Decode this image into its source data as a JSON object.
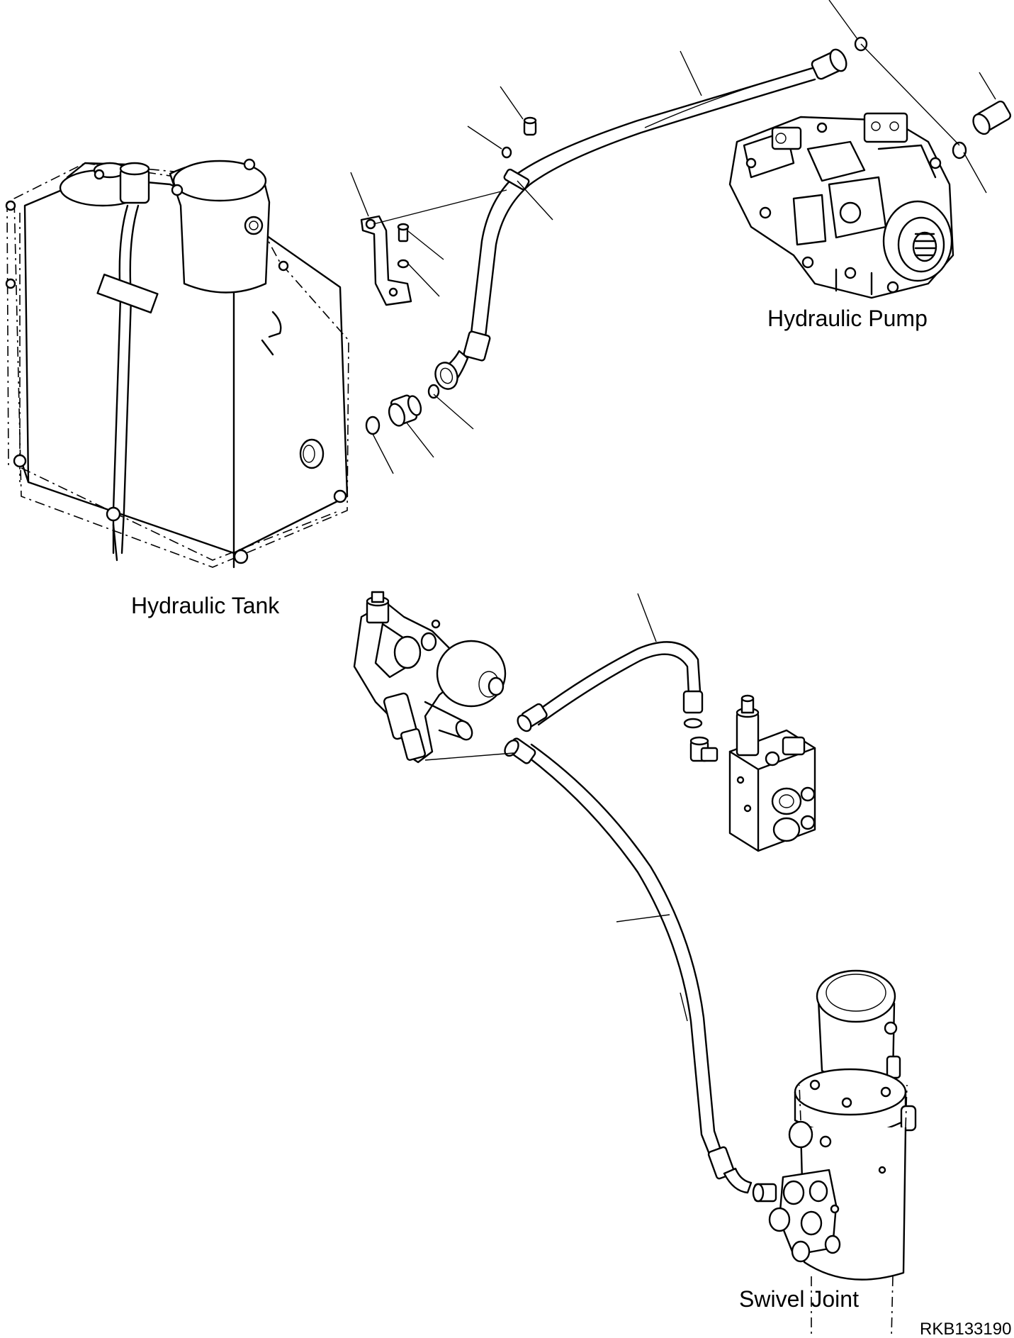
{
  "labels": {
    "hydraulic_pump": "Hydraulic Pump",
    "hydraulic_tank": "Hydraulic Tank",
    "swivel_joint": "Swivel Joint",
    "drawing_code": "RKB133190"
  },
  "icons": [
    "hydraulic-tank-icon",
    "hydraulic-pump-icon",
    "swivel-joint-icon",
    "valve-block-icon",
    "hose-icon",
    "bracket-icon",
    "o-ring-icon",
    "fitting-icon"
  ],
  "colors": {
    "ink": "#000000",
    "background": "#ffffff"
  }
}
